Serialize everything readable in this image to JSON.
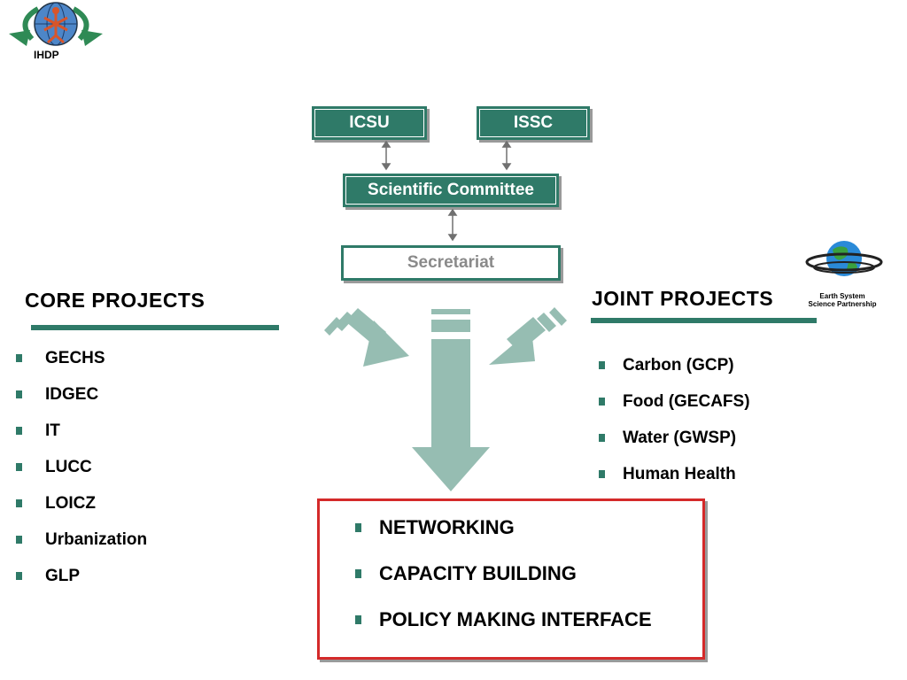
{
  "logo": {
    "name": "IHDP"
  },
  "org_boxes": {
    "icsu": "ICSU",
    "issc": "ISSC",
    "scientific_committee": "Scientific Committee",
    "secretariat": "Secretariat"
  },
  "core_projects": {
    "heading": "CORE  PROJECTS",
    "items": [
      "GECHS",
      "IDGEC",
      "IT",
      "LUCC",
      "LOICZ",
      "Urbanization",
      "GLP"
    ]
  },
  "joint_projects": {
    "heading": "JOINT  PROJECTS",
    "items": [
      "Carbon  (GCP)",
      "Food (GECAFS)",
      "Water (GWSP)",
      "Human Health"
    ]
  },
  "esp_logo": {
    "line1": "Earth System",
    "line2": "Science Partnership"
  },
  "outcomes": {
    "items": [
      "NETWORKING",
      "CAPACITY  BUILDING",
      "POLICY  MAKING  INTERFACE"
    ]
  },
  "colors": {
    "accent": "#2f7a68",
    "arrow": "#96bdb2",
    "outcome_border": "#d42a2a"
  }
}
